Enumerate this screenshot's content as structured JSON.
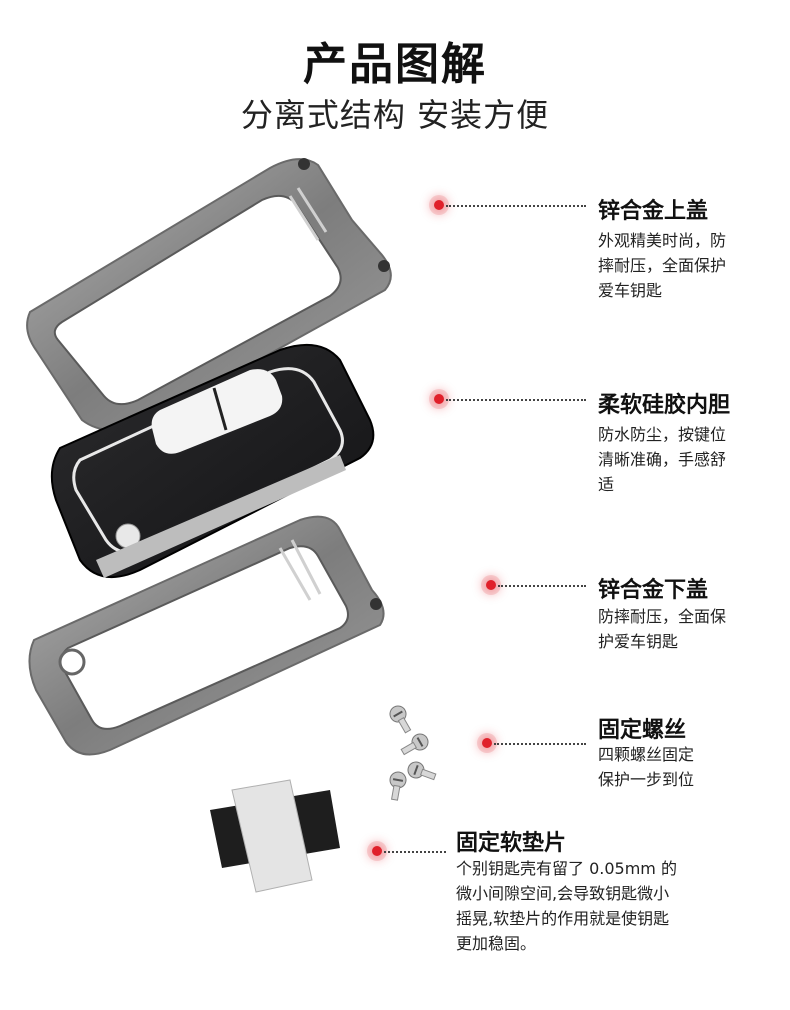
{
  "header": {
    "title": "产品图解",
    "subtitle": "分离式结构 安装方便"
  },
  "features": [
    {
      "title": "锌合金上盖",
      "desc": [
        "外观精美时尚，防",
        "摔耐压，全面保护",
        "爱车钥匙"
      ]
    },
    {
      "title": "柔软硅胶内胆",
      "desc": [
        "防水防尘，按键位",
        "清晰准确，手感舒",
        "适"
      ]
    },
    {
      "title": "锌合金下盖",
      "desc": [
        "防摔耐压，全面保",
        "护爱车钥匙"
      ]
    },
    {
      "title": "固定螺丝",
      "desc": [
        "四颗螺丝固定",
        "保护一步到位"
      ]
    },
    {
      "title": "固定软垫片",
      "desc": [
        "个别钥匙壳有留了 0.05mm 的",
        "微小间隙空间,会导致钥匙微小",
        "摇晃,软垫片的作用就是使钥匙",
        "更加稳固。"
      ]
    }
  ],
  "colors": {
    "accent_dot": "#e0202a",
    "metal": "#8c8c8c",
    "key_black": "#1c1c1e"
  },
  "icons": [
    "upper-shell",
    "silicone-key",
    "lower-shell",
    "screws",
    "soft-pads"
  ]
}
